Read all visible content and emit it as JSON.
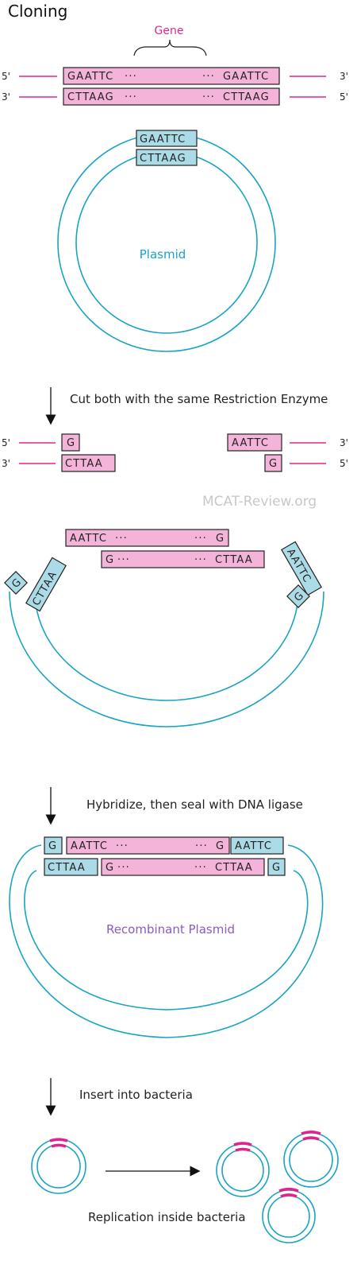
{
  "title": "Cloning",
  "gene_label": "Gene",
  "ends": {
    "five": "5'",
    "three": "3'"
  },
  "seq": {
    "ecori_top": "GAATTC",
    "ecori_bottom": "CTTAAG",
    "g": "G",
    "aattc": "AATTC",
    "cttaa": "CTTAA",
    "dots": "···"
  },
  "plasmid_label": "Plasmid",
  "recombinant_label": "Recombinant Plasmid",
  "steps": {
    "cut": "Cut both with the same Restriction Enzyme",
    "hybridize": "Hybridize, then seal with DNA ligase",
    "insert": "Insert into bacteria",
    "replicate": "Replication inside bacteria"
  },
  "watermark": "MCAT-Review.org",
  "colors": {
    "gene_pink": "#f4b3d9",
    "plasmid_blue": "#acdbe8",
    "ring": "#1aa4c2",
    "magenta": "#e2248a",
    "recombinant_purple": "#8a5cc0"
  }
}
